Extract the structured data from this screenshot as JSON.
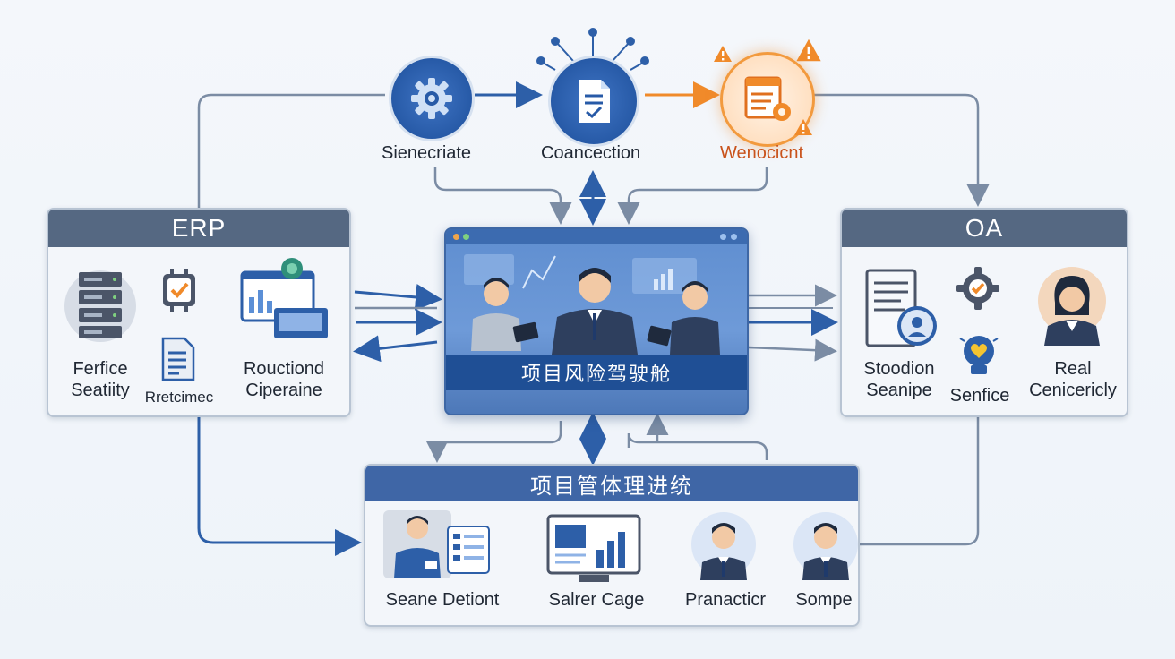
{
  "top_nodes": [
    {
      "label": "Sienecriate",
      "icon": "gear-icon"
    },
    {
      "label": "Coancection",
      "icon": "document-icon"
    },
    {
      "label": "Wenocicnt",
      "icon": "warning-document-icon",
      "color": "#c9531c"
    }
  ],
  "erp": {
    "title": "ERP",
    "items": [
      {
        "label": "Ferfice\nSeatiity",
        "icon": "server-icon"
      },
      {
        "label": "Rretcimec",
        "icon": "document-icon"
      },
      {
        "label": "Rouctiond\nCiperaine",
        "icon": "monitor-icon"
      }
    ]
  },
  "oa": {
    "title": "OA",
    "items": [
      {
        "label": "Stoodion\nSeanipe",
        "icon": "document-search-icon"
      },
      {
        "label": "Senfice",
        "icon": "gear-icon"
      },
      {
        "label": "Real\nCenicericly",
        "icon": "person-icon"
      }
    ]
  },
  "center": {
    "title": "项目风险驾驶舱"
  },
  "bottom": {
    "title": "项目管体理进统",
    "items": [
      {
        "label": "Seane Detiont",
        "icon": "person-icon"
      },
      {
        "label": "Salrer Cage",
        "icon": "chart-icon"
      },
      {
        "label": "Pranacticr",
        "icon": "person-icon"
      },
      {
        "label": "Sompe",
        "icon": "person-icon"
      }
    ]
  },
  "colors": {
    "accent": "#2d5fa8",
    "alert": "#f08a2a",
    "header": "#556882"
  }
}
